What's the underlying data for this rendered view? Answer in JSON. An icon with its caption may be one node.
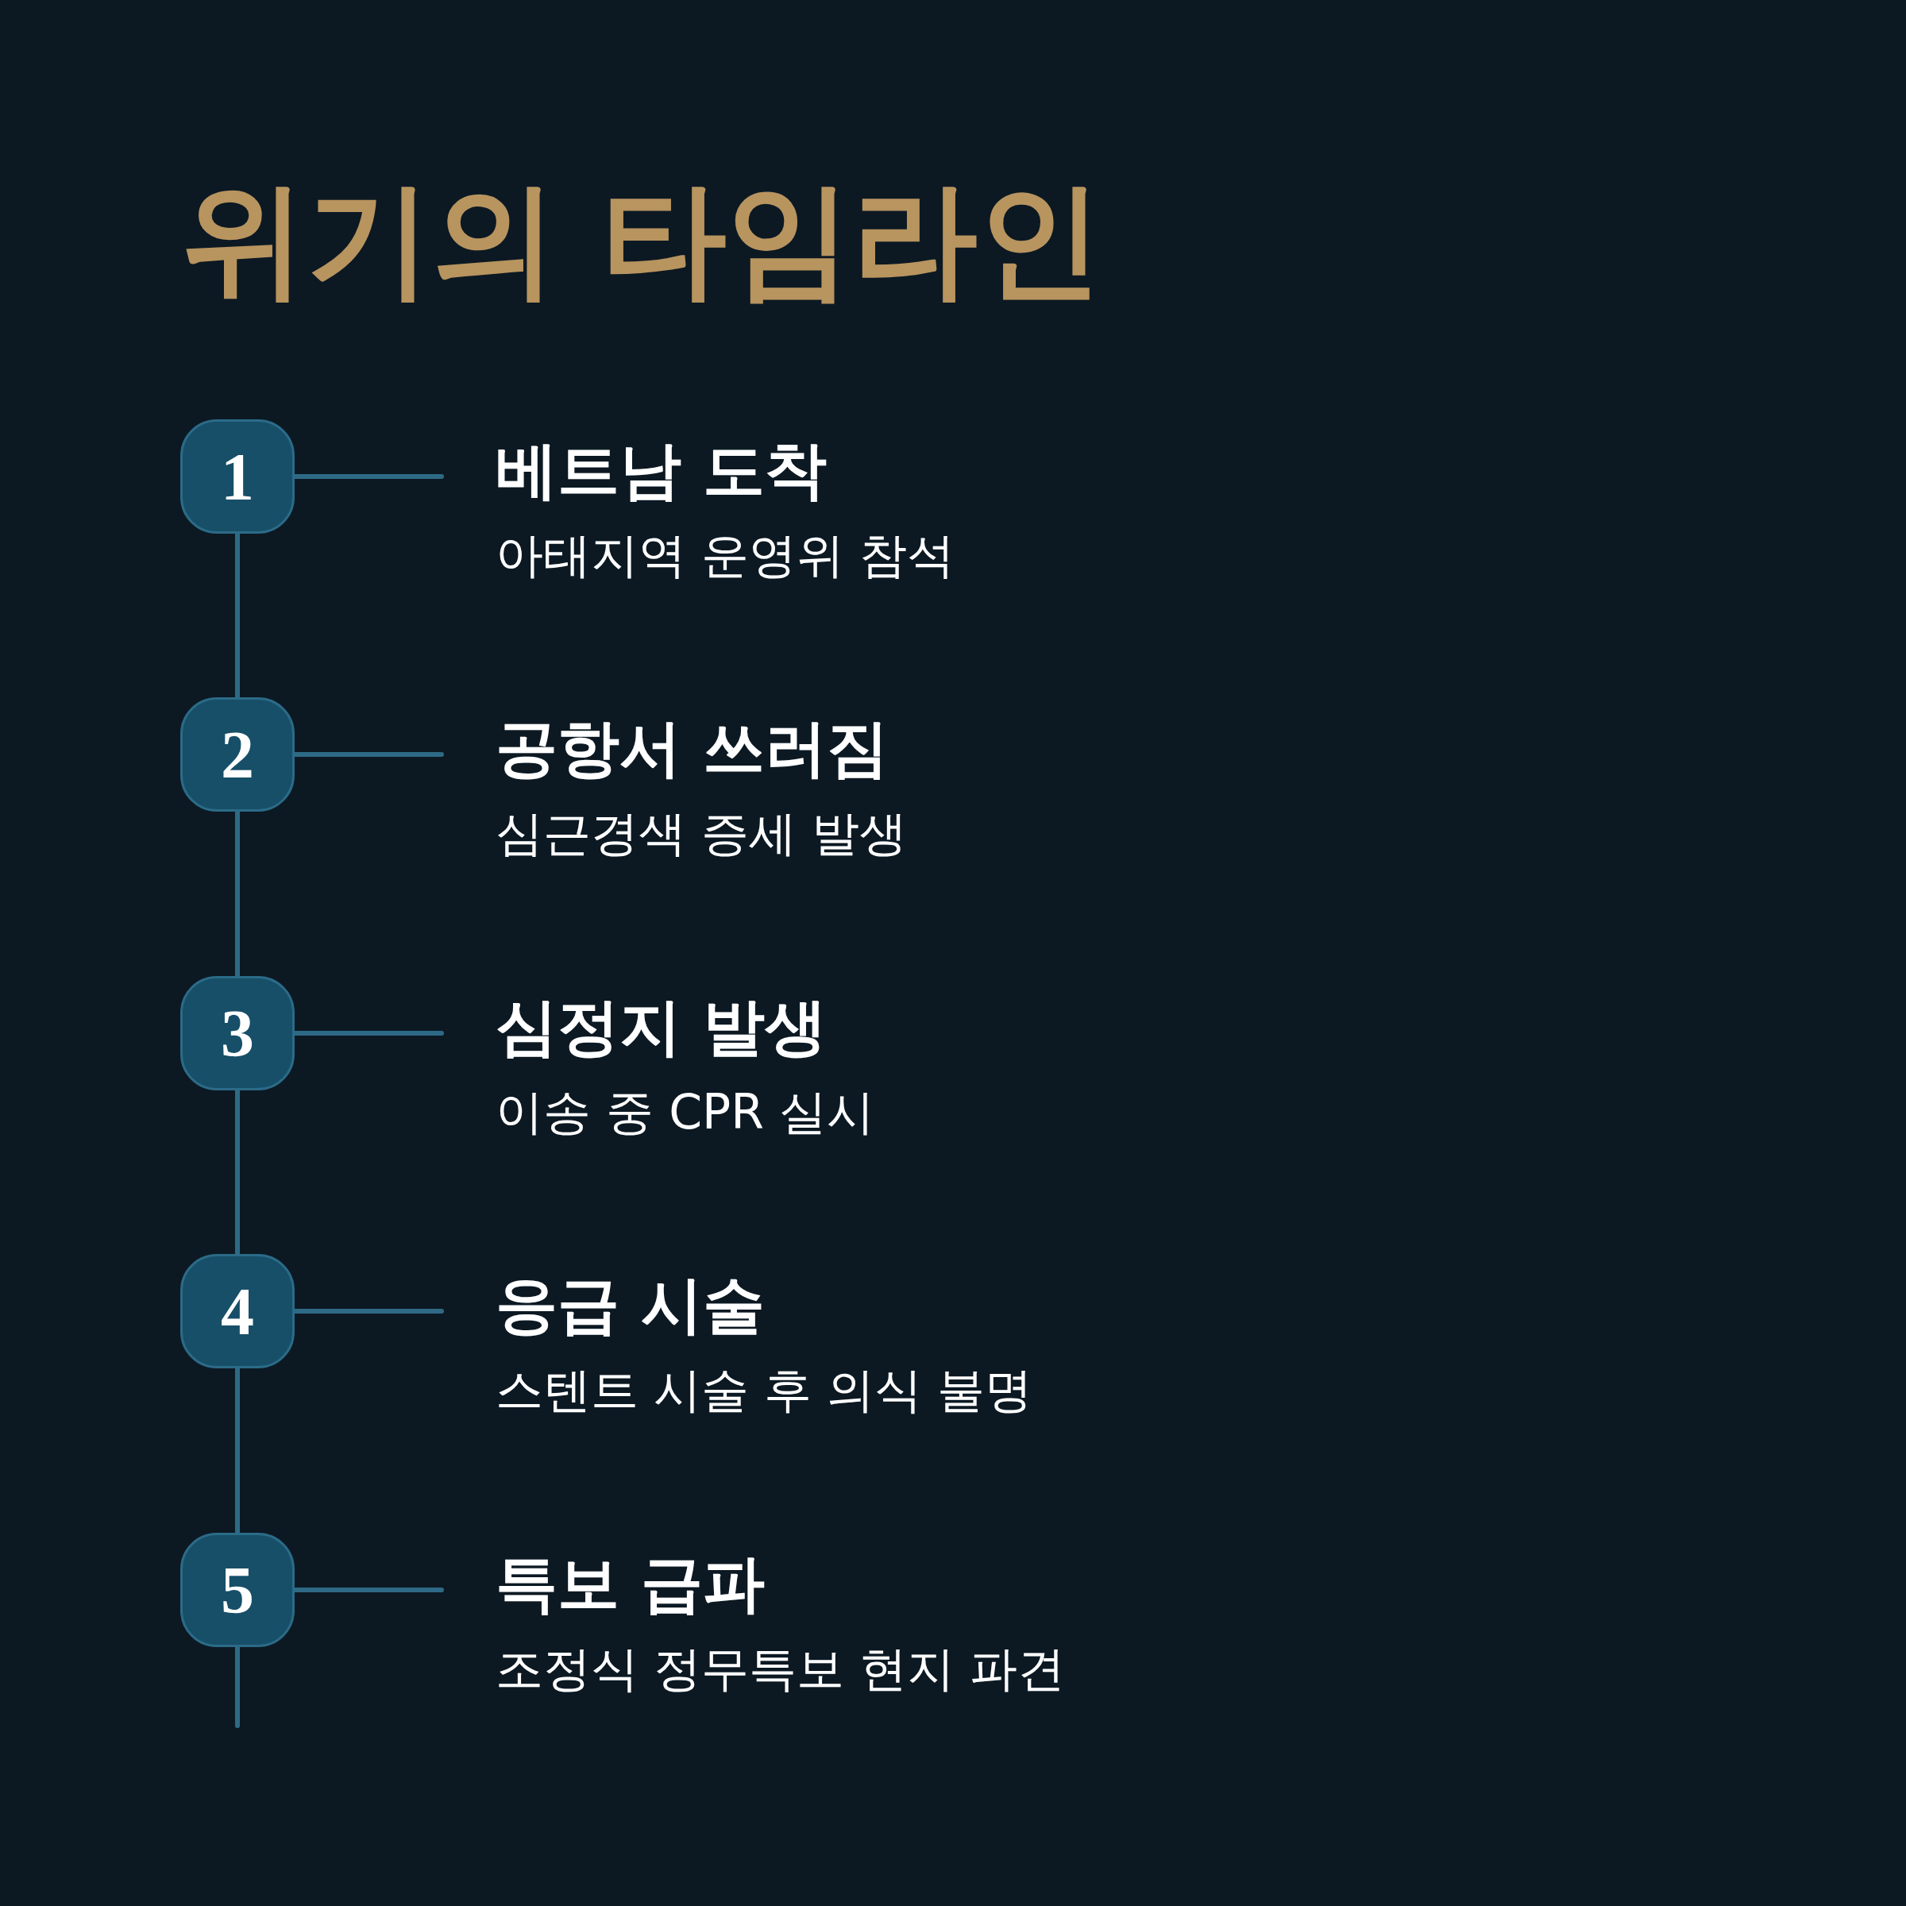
{
  "diagram": {
    "title": "위기의 타임라인",
    "nodes": [
      {
        "text": [
          "1"
        ]
      },
      {
        "text": [
          "베트남 도착",
          "아태지역 운영위 참석"
        ]
      },
      {
        "text": [
          "2"
        ]
      },
      {
        "text": [
          "공항서 쓰러짐",
          "심근경색 증세 발생"
        ]
      },
      {
        "text": [
          "3"
        ]
      },
      {
        "text": [
          "심정지 발생",
          "이송 중 CPR 실시"
        ]
      },
      {
        "text": [
          "4"
        ]
      },
      {
        "text": [
          "응급 시술",
          "스텐트 시술 후 의식 불명"
        ]
      },
      {
        "text": [
          "5"
        ]
      },
      {
        "text": [
          "특보 급파",
          "조정식 정무특보 현지 파견"
        ]
      }
    ],
    "edges": [
      {
        "from": 0,
        "to": 1,
        "arrow": "none"
      },
      {
        "from": 0,
        "to": 2,
        "arrow": "none"
      },
      {
        "from": 2,
        "to": 3,
        "arrow": "none"
      },
      {
        "from": 2,
        "to": 4,
        "arrow": "none"
      },
      {
        "from": 4,
        "to": 5,
        "arrow": "none"
      },
      {
        "from": 4,
        "to": 6,
        "arrow": "none"
      },
      {
        "from": 6,
        "to": 7,
        "arrow": "none"
      },
      {
        "from": 6,
        "to": 8,
        "arrow": "none"
      },
      {
        "from": 8,
        "to": 9,
        "arrow": "none"
      },
      {
        "from": 8,
        "to": null,
        "arrow": "none"
      }
    ]
  }
}
